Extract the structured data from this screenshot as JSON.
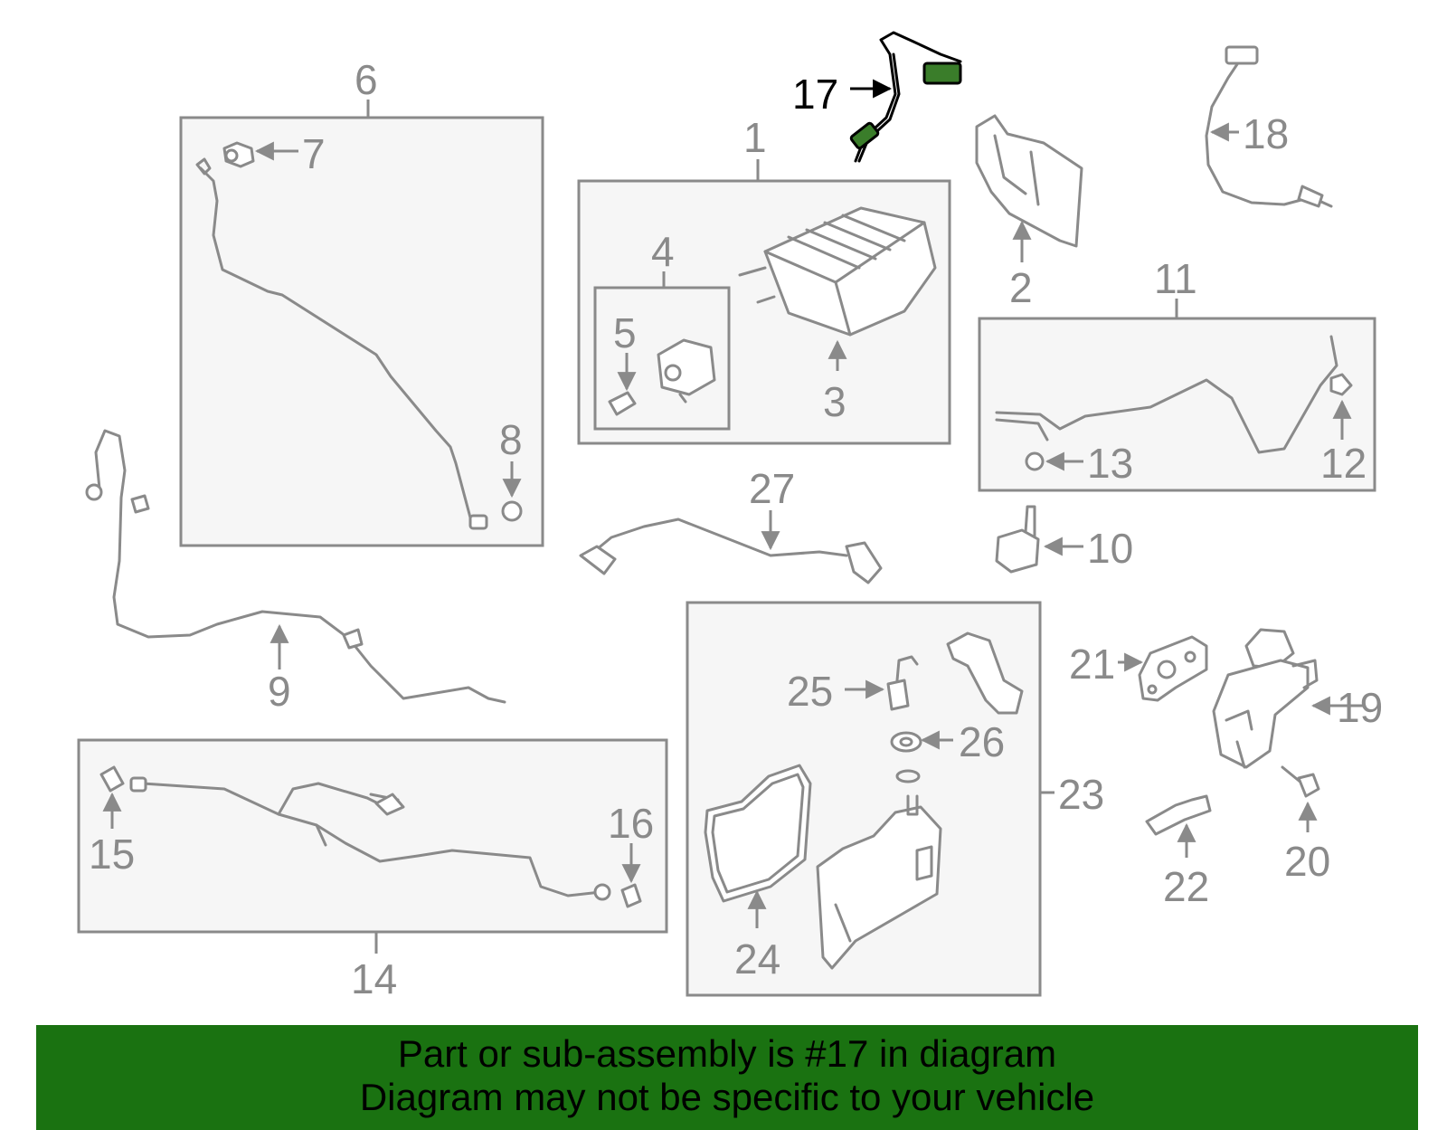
{
  "colors": {
    "banner": "#1a7211",
    "highlight_part": "#3a7d2a",
    "part_gray": "#8a8a8a"
  },
  "banner": {
    "line1": "Part or sub-assembly is #17 in diagram",
    "line2": "Diagram may not be specific to your vehicle"
  },
  "callouts": {
    "c1": "1",
    "c2": "2",
    "c3": "3",
    "c4": "4",
    "c5": "5",
    "c6": "6",
    "c7": "7",
    "c8": "8",
    "c9": "9",
    "c10": "10",
    "c11": "11",
    "c12": "12",
    "c13": "13",
    "c14": "14",
    "c15": "15",
    "c16": "16",
    "c17": "17",
    "c18": "18",
    "c19": "19",
    "c20": "20",
    "c21": "21",
    "c22": "22",
    "c23": "23",
    "c24": "24",
    "c25": "25",
    "c26": "26",
    "c27": "27"
  },
  "highlighted_callout": "17"
}
